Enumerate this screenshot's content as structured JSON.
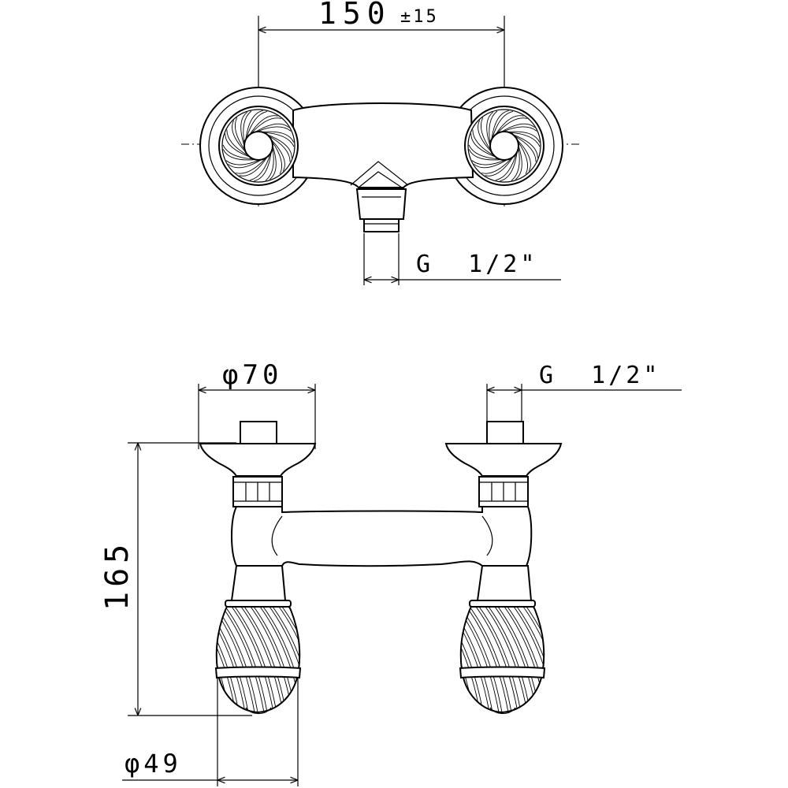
{
  "drawing": {
    "top_view": {
      "center_distance": "150",
      "center_tolerance": "±15",
      "outlet_thread": "G  1/2\""
    },
    "front_view": {
      "flange_diameter": "φ70",
      "inlet_thread": "G  1/2\"",
      "height": "165",
      "handle_diameter": "φ49"
    }
  },
  "colors": {
    "line": "#000000",
    "background": "#ffffff"
  }
}
